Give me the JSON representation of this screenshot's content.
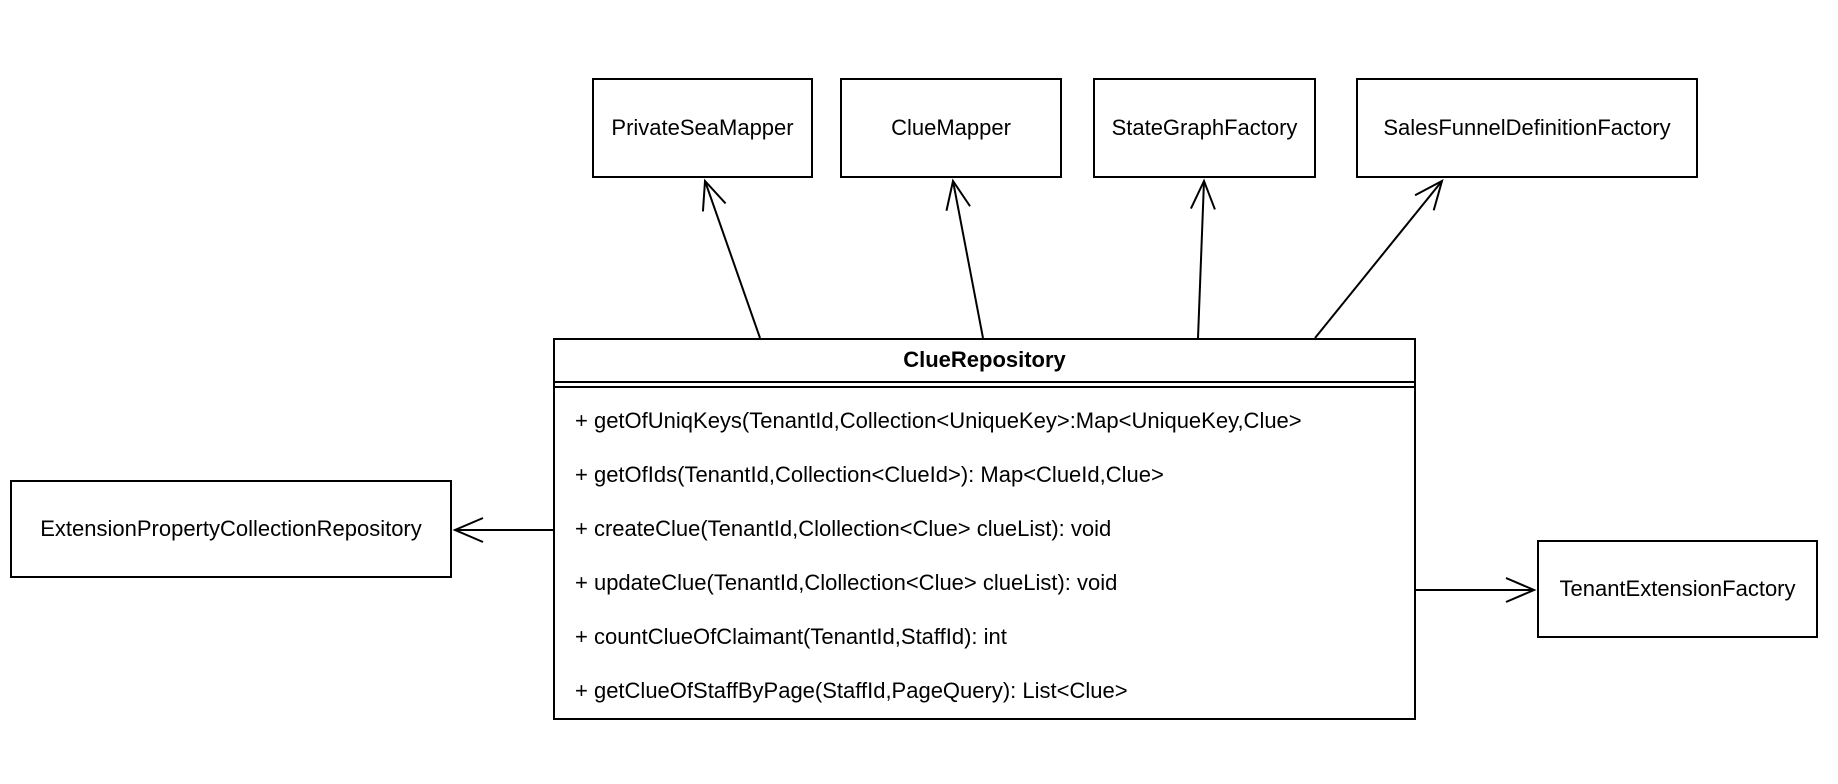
{
  "diagram": {
    "type": "uml-class-diagram",
    "background_color": "#ffffff",
    "stroke_color": "#000000",
    "top_classes": [
      {
        "name": "PrivateSeaMapper"
      },
      {
        "name": "ClueMapper"
      },
      {
        "name": "StateGraphFactory"
      },
      {
        "name": "SalesFunnelDefinitionFactory"
      }
    ],
    "left_class": {
      "name": "ExtensionPropertyCollectionRepository"
    },
    "right_class": {
      "name": "TenantExtensionFactory"
    },
    "central_class": {
      "name": "ClueRepository",
      "attributes": [],
      "methods": [
        "+ getOfUniqKeys(TenantId,Collection<UniqueKey>:Map<UniqueKey,Clue>",
        "+ getOfIds(TenantId,Collection<ClueId>): Map<ClueId,Clue>",
        "+ createClue(TenantId,Clollection<Clue> clueList): void",
        "+ updateClue(TenantId,Clollection<Clue> clueList): void",
        "+ countClueOfClaimant(TenantId,StaffId): int",
        "+ getClueOfStaffByPage(StaffId,PageQuery): List<Clue>"
      ]
    },
    "relationships": [
      {
        "from": "ClueRepository",
        "to": "PrivateSeaMapper",
        "line": "solid",
        "arrowhead": "open"
      },
      {
        "from": "ClueRepository",
        "to": "ClueMapper",
        "line": "solid",
        "arrowhead": "open"
      },
      {
        "from": "ClueRepository",
        "to": "StateGraphFactory",
        "line": "solid",
        "arrowhead": "open"
      },
      {
        "from": "ClueRepository",
        "to": "SalesFunnelDefinitionFactory",
        "line": "solid",
        "arrowhead": "open"
      },
      {
        "from": "ClueRepository",
        "to": "ExtensionPropertyCollectionRepository",
        "line": "solid",
        "arrowhead": "open"
      },
      {
        "from": "ClueRepository",
        "to": "TenantExtensionFactory",
        "line": "solid",
        "arrowhead": "open"
      }
    ]
  }
}
